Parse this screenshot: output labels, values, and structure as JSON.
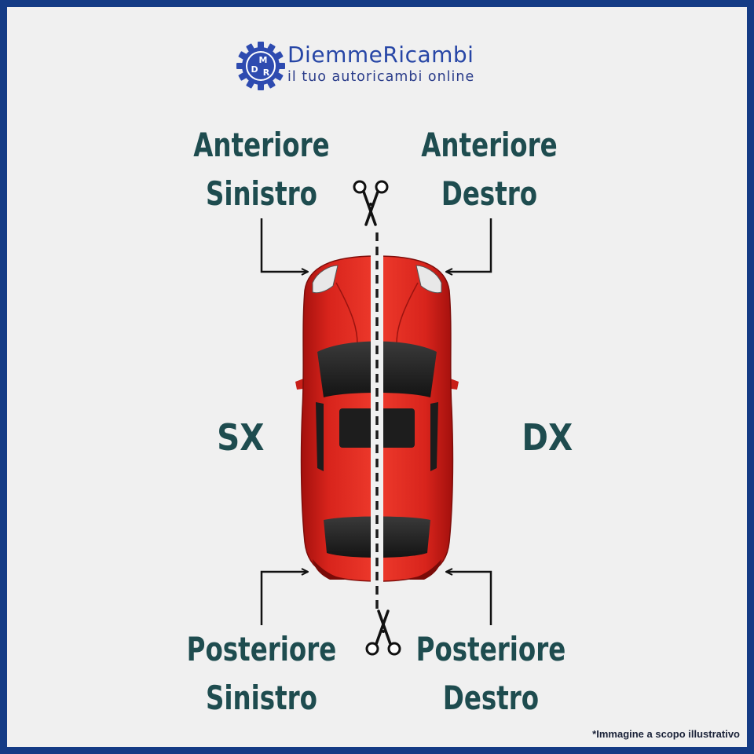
{
  "brand": {
    "monogram": [
      "M",
      "D",
      "R"
    ],
    "name": "DiemmeRicambi",
    "tagline": "il tuo autoricambi online"
  },
  "labels": {
    "front_left": [
      "Anteriore",
      "Sinistro"
    ],
    "front_right": [
      "Anteriore",
      "Destro"
    ],
    "rear_left": [
      "Posteriore",
      "Sinistro"
    ],
    "rear_right": [
      "Posteriore",
      "Destro"
    ],
    "left_side": "SX",
    "right_side": "DX"
  },
  "note": "*Immagine a scopo illustrativo",
  "colors": {
    "frame": "#143b85",
    "background": "#f0f0f0",
    "label_text": "#1e4c4f",
    "brand_blue": "#2746a6",
    "car_body": "#d41f1a",
    "cut_line": "#1a1a1a"
  },
  "icons": [
    "gear-logo-icon",
    "scissors-icon",
    "arrow-icon",
    "car-top-view"
  ]
}
